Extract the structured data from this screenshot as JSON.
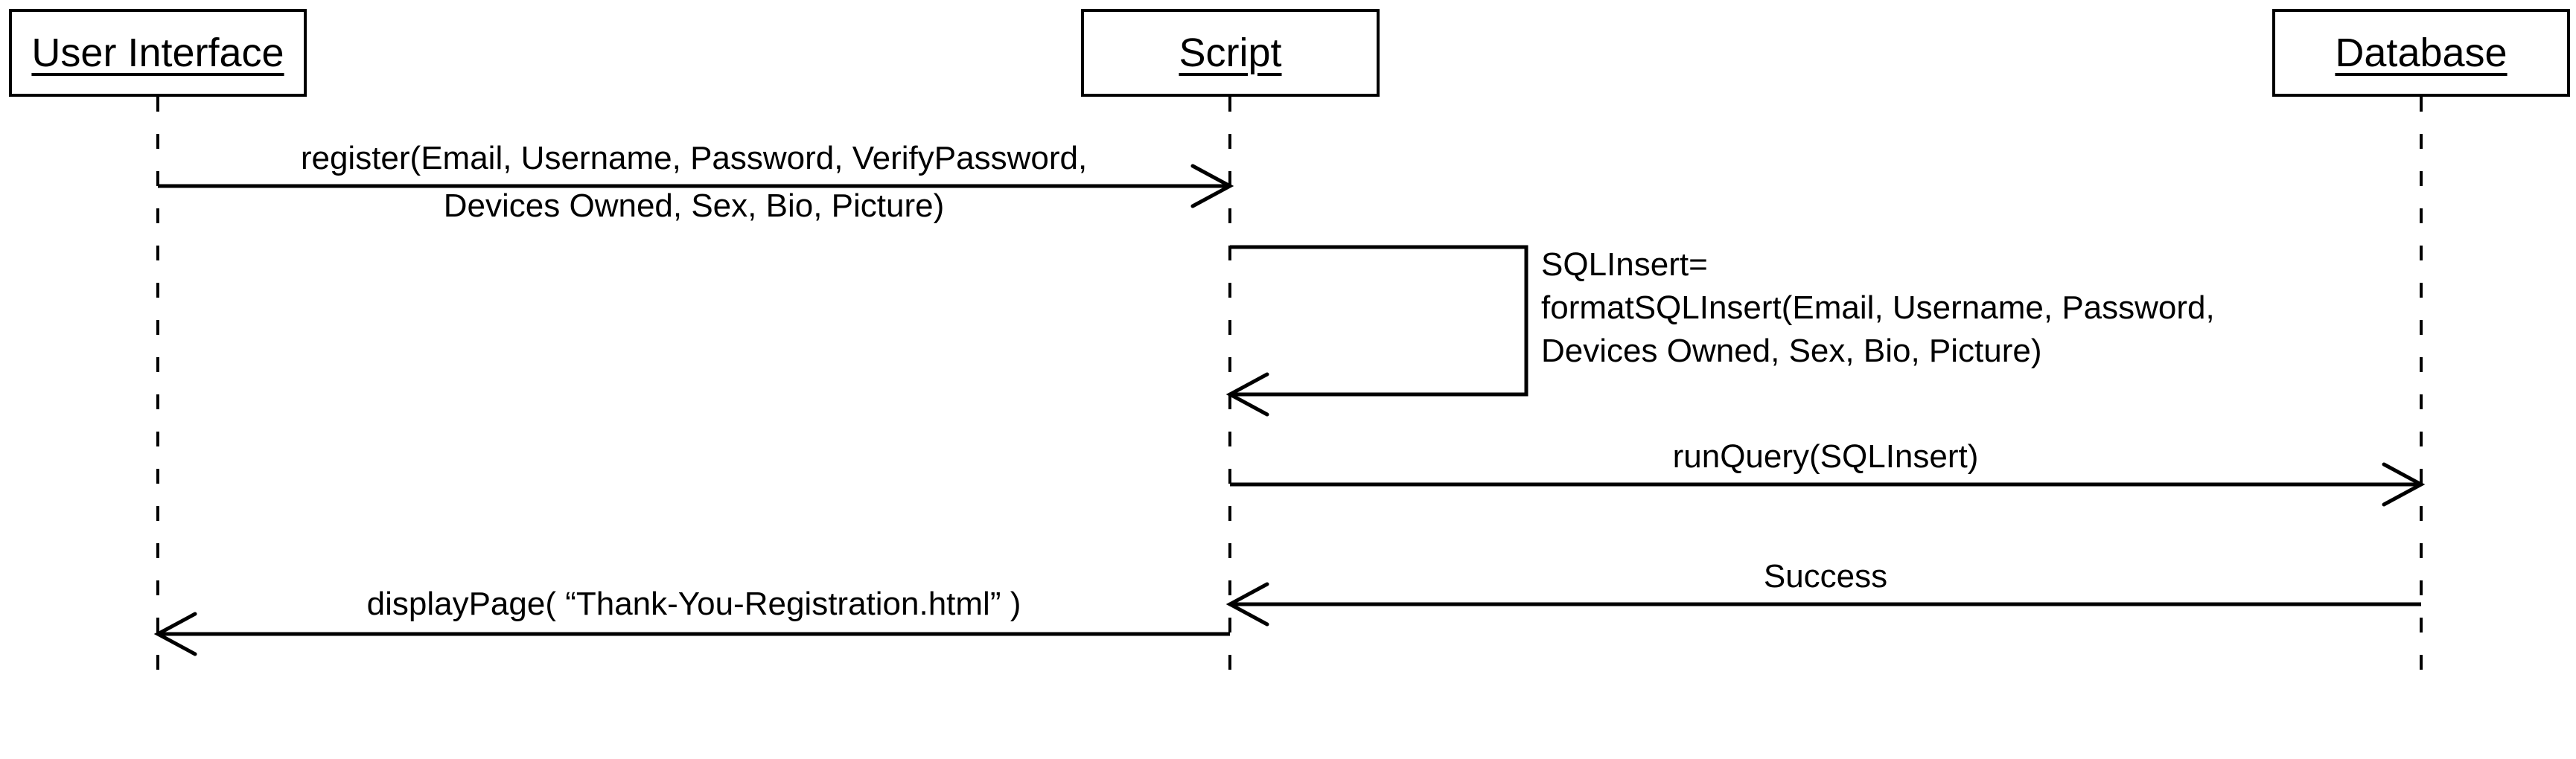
{
  "diagram": {
    "type": "uml-sequence-diagram",
    "colors": {
      "stroke": "#000000",
      "background": "#ffffff"
    },
    "actors": [
      {
        "id": "user-interface",
        "label": "User Interface"
      },
      {
        "id": "script",
        "label": "Script"
      },
      {
        "id": "database",
        "label": "Database"
      }
    ],
    "messages": [
      {
        "id": "register",
        "from": "User Interface",
        "to": "Script",
        "lines": [
          "register(Email, Username, Password, VerifyPassword,",
          "Devices Owned, Sex, Bio, Picture)"
        ]
      },
      {
        "id": "format-sql-insert",
        "from": "Script",
        "to": "Script",
        "lines": [
          "SQLInsert=",
          "formatSQLInsert(Email, Username, Password,",
          "Devices Owned, Sex, Bio, Picture)"
        ]
      },
      {
        "id": "run-query",
        "from": "Script",
        "to": "Database",
        "lines": [
          "runQuery(SQLInsert)"
        ]
      },
      {
        "id": "success",
        "from": "Database",
        "to": "Script",
        "lines": [
          "Success"
        ]
      },
      {
        "id": "display-page",
        "from": "Script",
        "to": "User Interface",
        "lines": [
          "displayPage( “Thank-You-Registration.html” )"
        ]
      }
    ]
  }
}
